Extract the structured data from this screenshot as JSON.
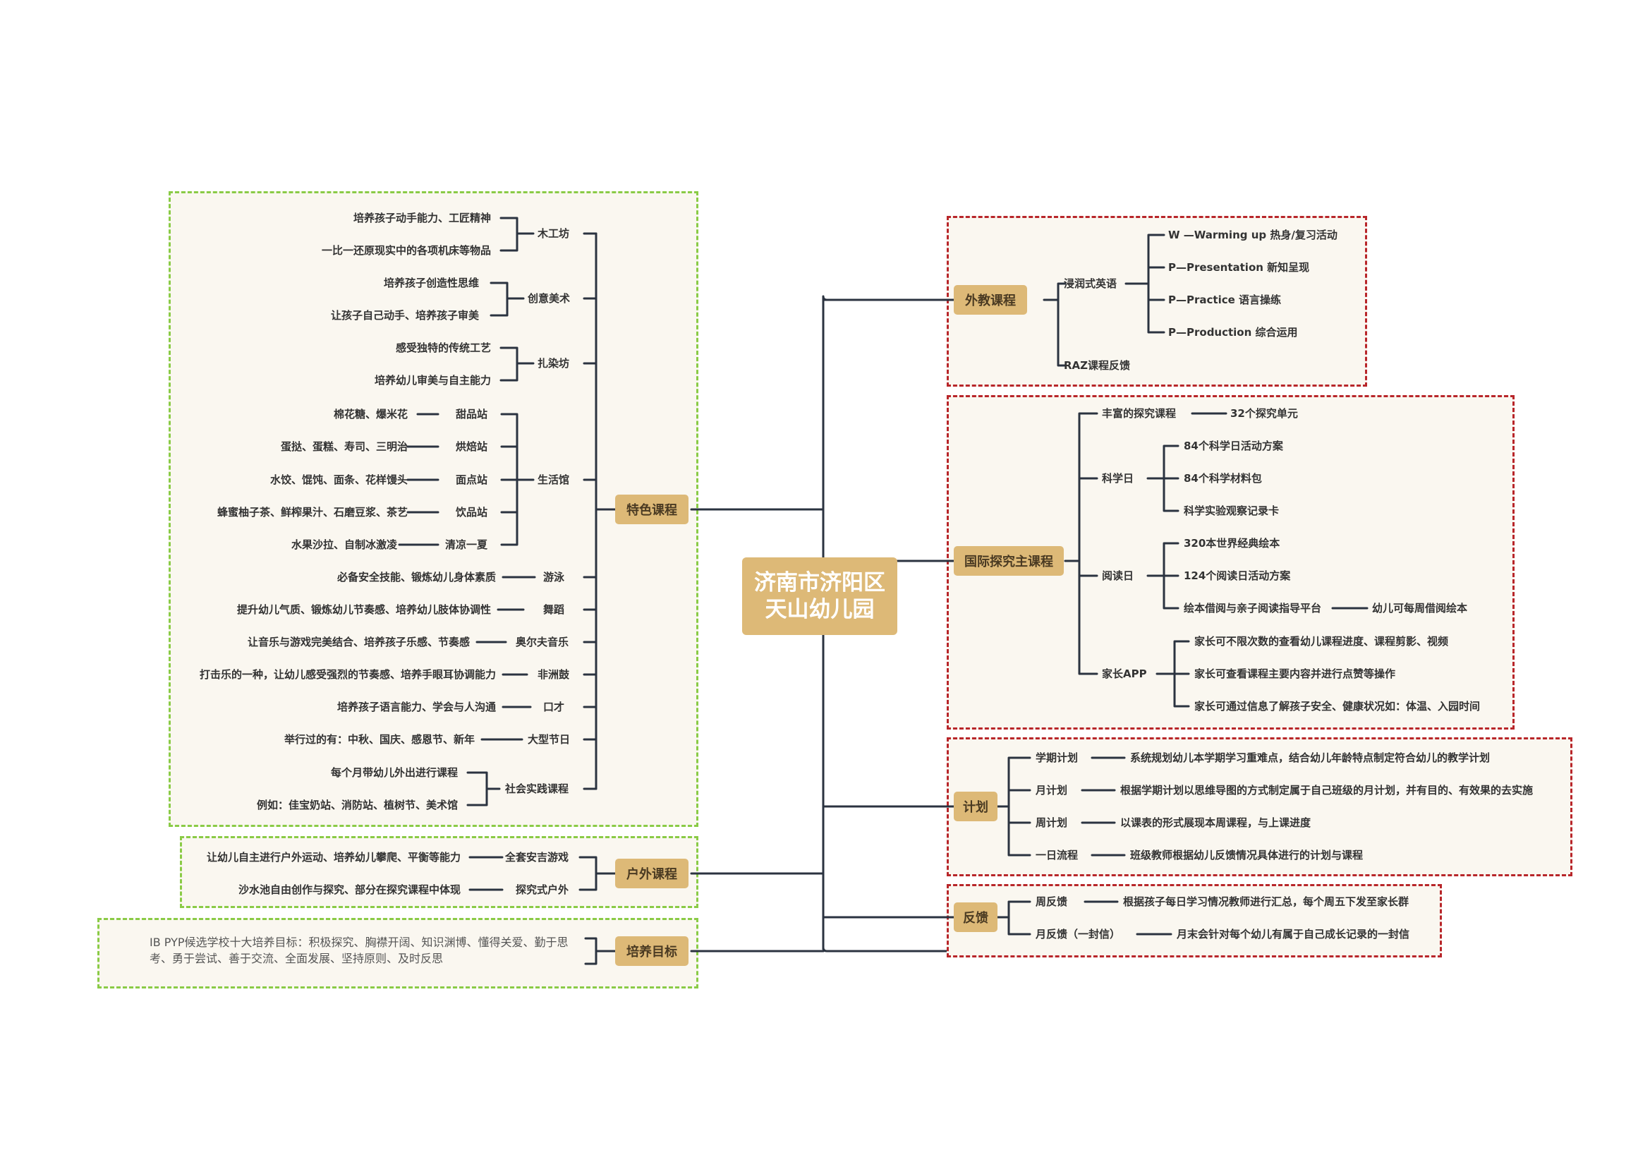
{
  "root": {
    "line1": "济南市济阳区",
    "line2": "天山幼儿园"
  },
  "colors": {
    "line": "#2b3340",
    "branch": "#ddb977",
    "frame_bg": "#faf7f0",
    "frame_green": "#8acb46",
    "frame_red": "#b8262a"
  },
  "left": {
    "special": {
      "label": "特色课程",
      "items": [
        {
          "name": "木工坊",
          "children": [
            "培养孩子动手能力、工匠精神",
            "一比一还原现实中的各项机床等物品"
          ]
        },
        {
          "name": "创意美术",
          "children": [
            "培养孩子创造性思维",
            "让孩子自己动手、培养孩子审美"
          ]
        },
        {
          "name": "扎染坊",
          "children": [
            "感受独特的传统工艺",
            "培养幼儿审美与自主能力"
          ]
        },
        {
          "name": "生活馆",
          "children": [
            {
              "name": "甜品站",
              "desc": "棉花糖、爆米花"
            },
            {
              "name": "烘焙站",
              "desc": "蛋挞、蛋糕、寿司、三明治"
            },
            {
              "name": "面点站",
              "desc": "水饺、馄饨、面条、花样馒头"
            },
            {
              "name": "饮品站",
              "desc": "蜂蜜柚子茶、鲜榨果汁、石磨豆浆、茶艺"
            },
            {
              "name": "清凉一夏",
              "desc": "水果沙拉、自制冰激凌"
            }
          ]
        },
        {
          "name": "游泳",
          "desc": "必备安全技能、锻炼幼儿身体素质"
        },
        {
          "name": "舞蹈",
          "desc": "提升幼儿气质、锻炼幼儿节奏感、培养幼儿肢体协调性"
        },
        {
          "name": "奥尔夫音乐",
          "desc": "让音乐与游戏完美结合、培养孩子乐感、节奏感"
        },
        {
          "name": "非洲鼓",
          "desc": "打击乐的一种，让幼儿感受强烈的节奏感、培养手眼耳协调能力"
        },
        {
          "name": "口才",
          "desc": "培养孩子语言能力、学会与人沟通"
        },
        {
          "name": "大型节日",
          "desc": "举行过的有：中秋、国庆、感恩节、新年"
        },
        {
          "name": "社会实践课程",
          "children": [
            "每个月带幼儿外出进行课程",
            "例如：佳宝奶站、消防站、植树节、美术馆"
          ]
        }
      ]
    },
    "outdoor": {
      "label": "户外课程",
      "items": [
        {
          "name": "全套安吉游戏",
          "desc": "让幼儿自主进行户外运动、培养幼儿攀爬、平衡等能力"
        },
        {
          "name": "探究式户外",
          "desc": "沙水池自由创作与探究、部分在探究课程中体现"
        }
      ]
    },
    "goal": {
      "label": "培养目标",
      "text": "IB PYP候选学校十大培养目标：积极探究、胸襟开阔、知识渊博、懂得关爱、勤于思考、勇于尝试、善于交流、全面发展、坚持原则、及时反思"
    }
  },
  "right": {
    "foreign": {
      "label": "外教课程",
      "immersion": {
        "name": "浸润式英语",
        "children": [
          "W —Warming up   热身/复习活动",
          "P—Presentation 新知呈现",
          "P—Practice  语言操练",
          "P—Production   综合运用"
        ]
      },
      "raz": "RAZ课程反馈"
    },
    "inquiry": {
      "label": "国际探究主课程",
      "rich": {
        "name": "丰富的探究课程",
        "desc": "32个探究单元"
      },
      "science": {
        "name": "科学日",
        "children": [
          "84个科学日活动方案",
          "84个科学材料包",
          "科学实验观察记录卡"
        ]
      },
      "reading": {
        "name": "阅读日",
        "children": [
          "320本世界经典绘本",
          "124个阅读日活动方案",
          "绘本借阅与亲子阅读指导平台"
        ],
        "platform_desc": "幼儿可每周借阅绘本"
      },
      "app": {
        "name": "家长APP",
        "children": [
          "家长可不限次数的查看幼儿课程进度、课程剪影、视频",
          "家长可查看课程主要内容并进行点赞等操作",
          "家长可通过信息了解孩子安全、健康状况如：体温、入园时间"
        ]
      }
    },
    "plan": {
      "label": "计划",
      "items": [
        {
          "name": "学期计划",
          "desc": "系统规划幼儿本学期学习重难点，结合幼儿年龄特点制定符合幼儿的教学计划"
        },
        {
          "name": "月计划",
          "desc": "根据学期计划以思维导图的方式制定属于自己班级的月计划，并有目的、有效果的去实施"
        },
        {
          "name": "周计划",
          "desc": "以课表的形式展现本周课程，与上课进度"
        },
        {
          "name": "一日流程",
          "desc": "班级教师根据幼儿反馈情况具体进行的计划与课程"
        }
      ]
    },
    "feedback": {
      "label": "反馈",
      "items": [
        {
          "name": "周反馈",
          "desc": "根据孩子每日学习情况教师进行汇总，每个周五下发至家长群"
        },
        {
          "name": "月反馈（一封信）",
          "desc": "月末会针对每个幼儿有属于自己成长记录的一封信"
        }
      ]
    }
  }
}
